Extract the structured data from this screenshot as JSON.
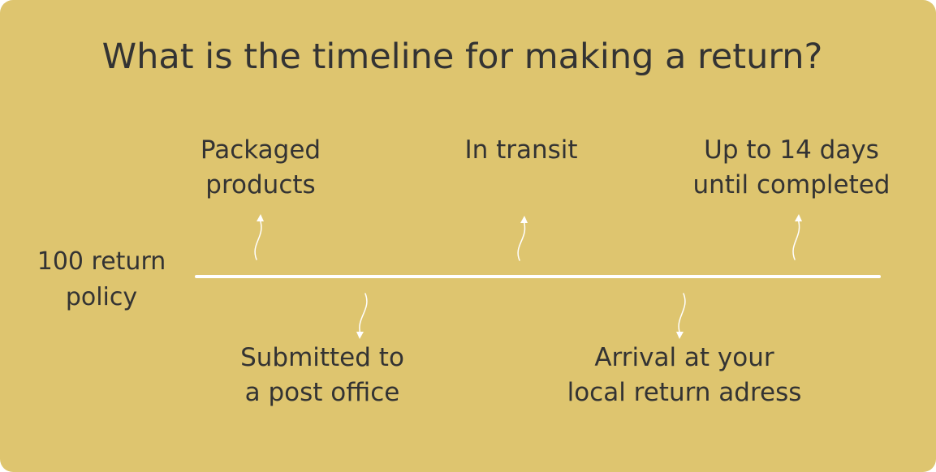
{
  "title": "What is the timeline for making a return?",
  "start_label": "100 return\npolicy",
  "steps": [
    {
      "label": "Packaged\nproducts",
      "side": "above"
    },
    {
      "label": "In transit",
      "side": "above"
    },
    {
      "label": "Up to 14 days\nuntil completed",
      "side": "above"
    },
    {
      "label": "Submitted to\na post office",
      "side": "below"
    },
    {
      "label": "Arrival at your\nlocal return adress",
      "side": "below"
    }
  ],
  "colors": {
    "background": "#dec56f",
    "line": "#ffffff",
    "text": "#333333"
  }
}
